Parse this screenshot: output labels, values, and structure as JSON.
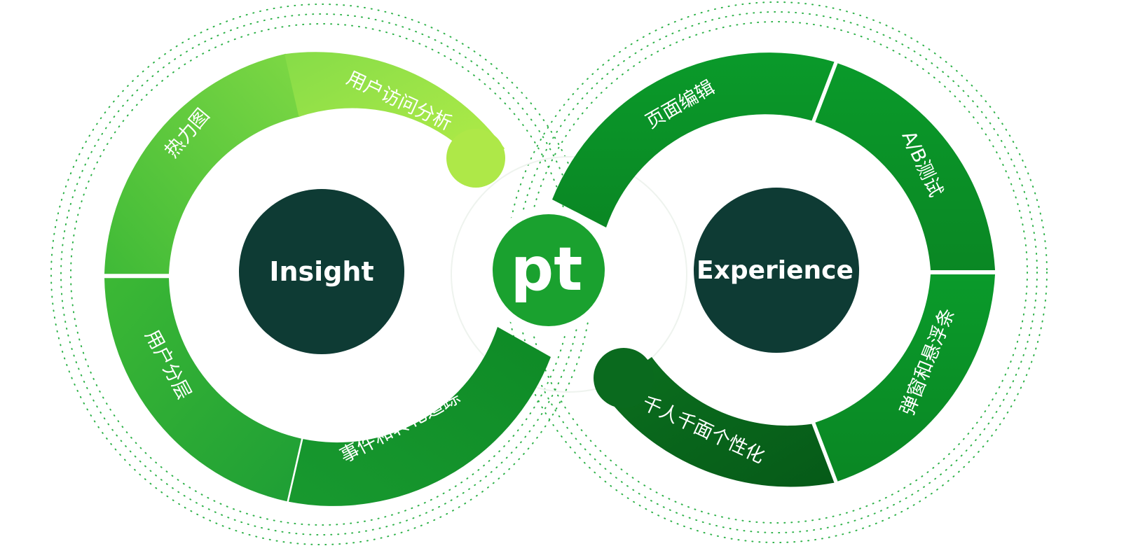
{
  "insight": {
    "hub_label": "Insight",
    "segments": [
      "热力图",
      "用户访问分析",
      "用户分层",
      "事件和转化追踪"
    ]
  },
  "experience": {
    "hub_label": "Experience",
    "segments": [
      "页面编辑",
      "A/B测试",
      "千人千面个性化",
      "弹窗和悬浮条"
    ]
  },
  "logo": {
    "text": "pt",
    "icon": "pt-logo-icon"
  },
  "colors": {
    "hub_fill": "#0e3b34",
    "logo_green": "#1aa12f",
    "insight_light": "#a6e64a",
    "insight_mid": "#4bc33a",
    "insight_dark": "#1e9e35",
    "experience_main": "#0a9028",
    "experience_dark": "#065818",
    "dotted_ring": "#2fb24a"
  }
}
